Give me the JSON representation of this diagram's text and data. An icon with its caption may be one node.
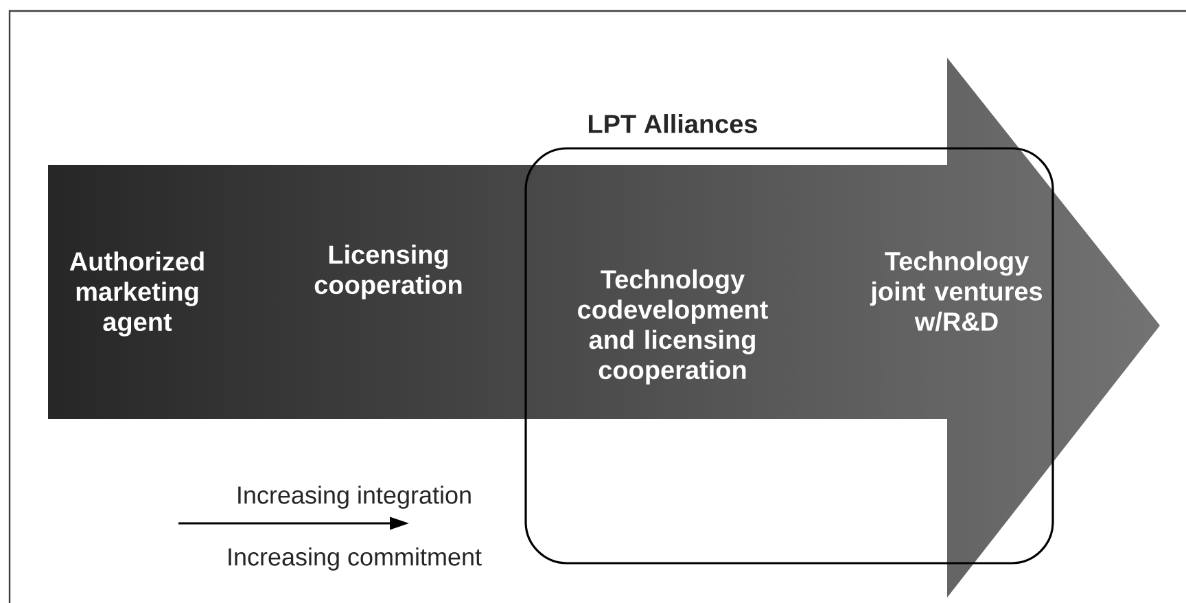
{
  "diagram": {
    "nodes": [
      {
        "text": [
          "Authorized marketing agent",
          "Licensing cooperation"
        ]
      },
      {
        "text": [
          "LPT Alliances",
          "Technology codevelopment and licensing cooperation",
          "Technology joint ventures w/R&D"
        ]
      }
    ],
    "labels": [
      "Increasing integration",
      "Increasing commitment"
    ]
  }
}
